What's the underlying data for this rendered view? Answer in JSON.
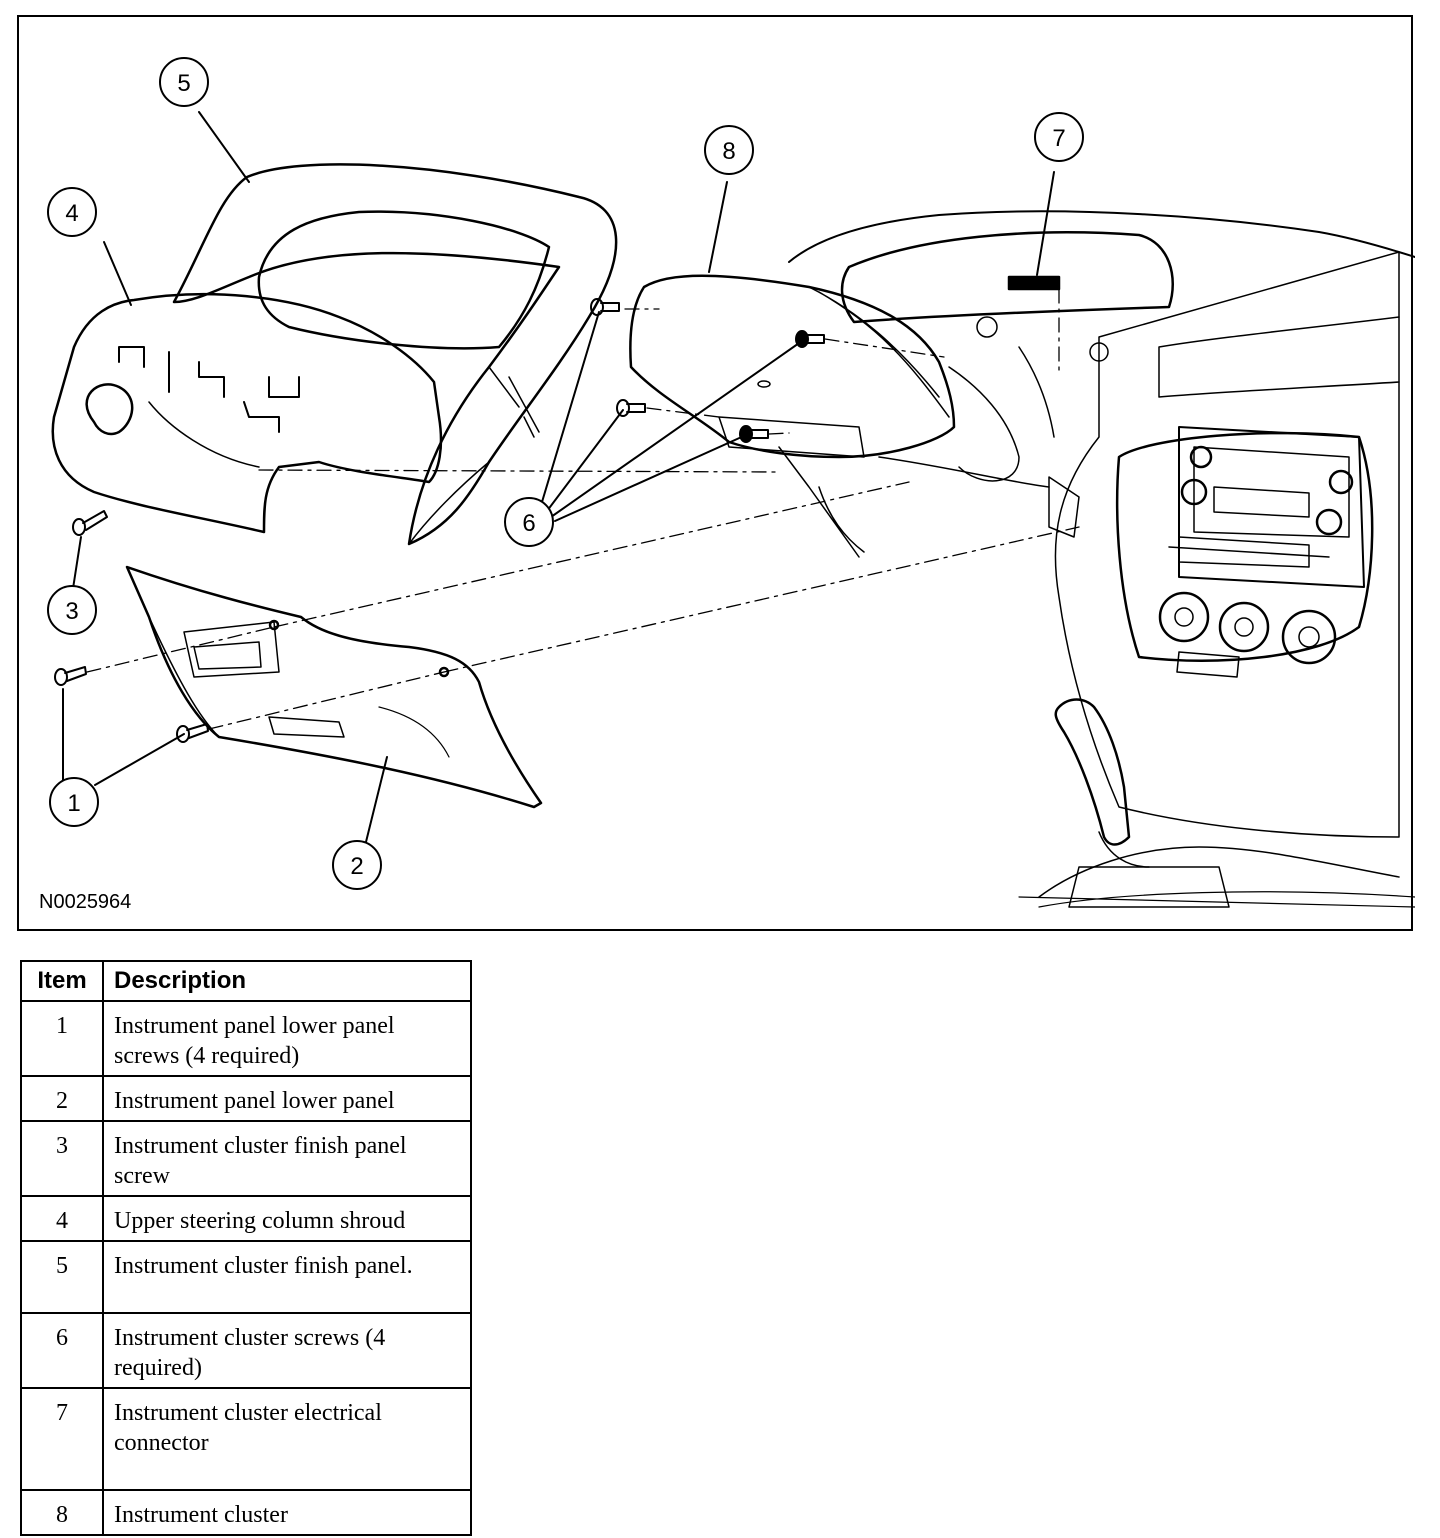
{
  "figure": {
    "id": "N0025964",
    "callouts": [
      "1",
      "2",
      "3",
      "4",
      "5",
      "6",
      "7",
      "8"
    ]
  },
  "legend": {
    "headers": {
      "item": "Item",
      "description": "Description"
    },
    "rows": [
      {
        "item": "1",
        "description": "Instrument panel lower panel screws (4 required)"
      },
      {
        "item": "2",
        "description": "Instrument panel lower panel"
      },
      {
        "item": "3",
        "description": "Instrument cluster finish panel screw"
      },
      {
        "item": "4",
        "description": "Upper steering column shroud"
      },
      {
        "item": "5",
        "description": "Instrument cluster finish panel."
      },
      {
        "item": "6",
        "description": "Instrument cluster screws (4 required)"
      },
      {
        "item": "7",
        "description": "Instrument cluster electrical connector"
      },
      {
        "item": "8",
        "description": "Instrument cluster"
      }
    ]
  }
}
